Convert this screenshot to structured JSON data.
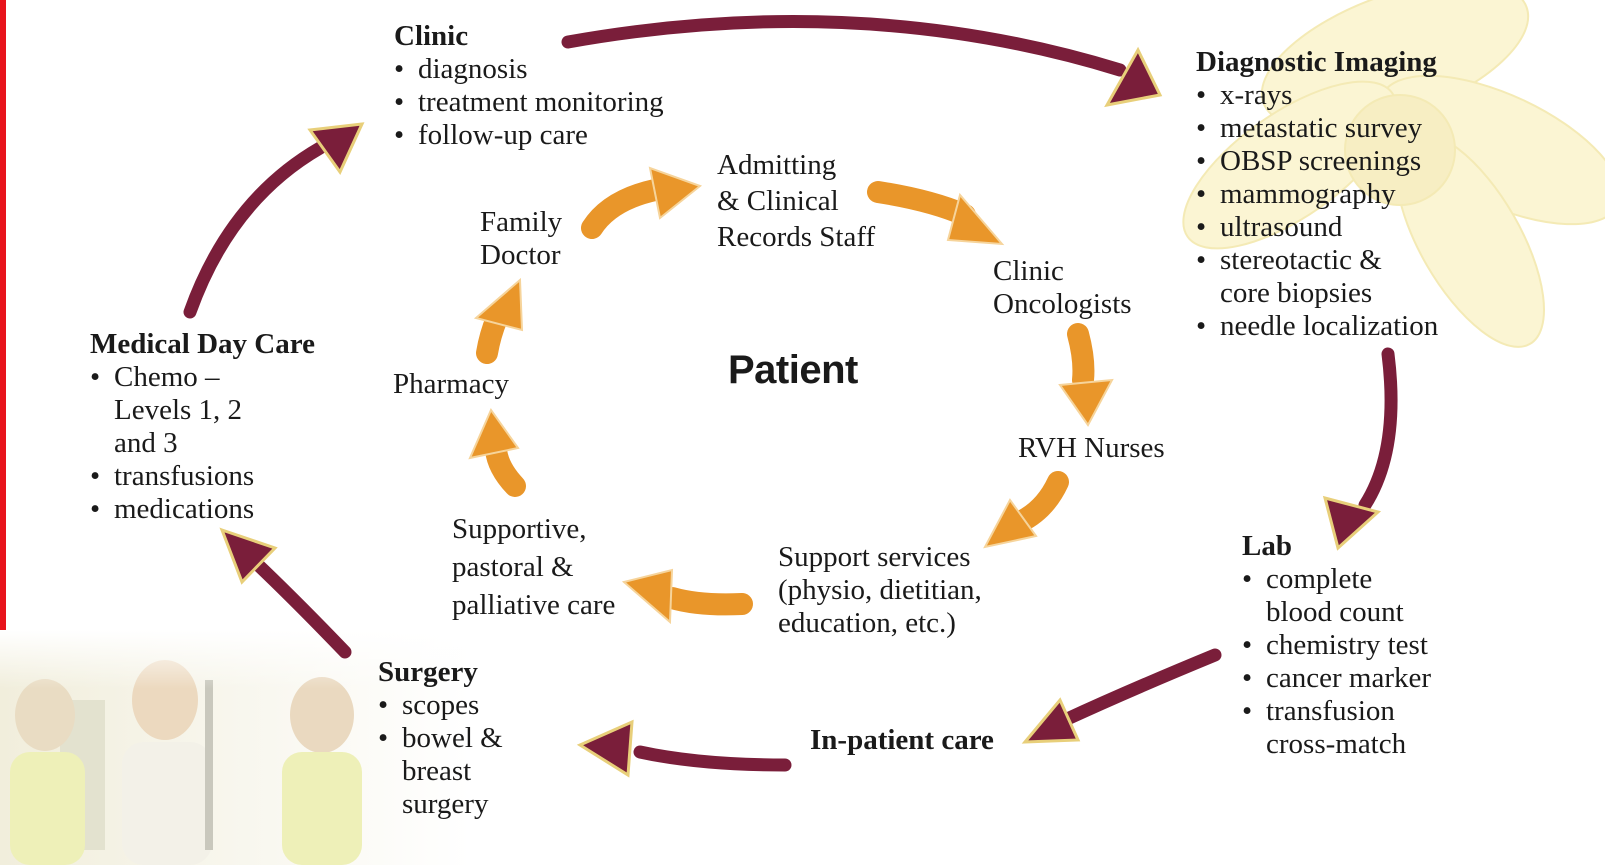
{
  "center_label": "Patient",
  "colors": {
    "outer_arrow": "#7a1e3a",
    "inner_arrow": "#e9962a",
    "accent_red": "#e8141c"
  },
  "outer": {
    "clinic": {
      "title": "Clinic",
      "items": [
        "diagnosis",
        "treatment monitoring",
        "follow-up care"
      ]
    },
    "imaging": {
      "title": "Diagnostic Imaging",
      "items": [
        "x-rays",
        "metastatic survey",
        "OBSP screenings",
        "mammography",
        "ultrasound",
        "stereotactic & core biopsies",
        "needle localization"
      ]
    },
    "lab": {
      "title": "Lab",
      "items": [
        "complete blood count",
        "chemistry test",
        "cancer marker",
        "transfusion cross-match"
      ]
    },
    "inpatient": {
      "title": "In-patient care"
    },
    "surgery": {
      "title": "Surgery",
      "items": [
        "scopes",
        "bowel & breast surgery"
      ]
    },
    "daycare": {
      "title": "Medical Day Care",
      "items": [
        "Chemo – Levels 1, 2 and 3",
        "transfusions",
        "medications"
      ]
    }
  },
  "inner": {
    "admitting": "Admitting\n& Clinical\nRecords Staff",
    "oncologists": "Clinic\nOncologists",
    "nurses": "RVH Nurses",
    "support": "Support services\n(physio, dietitian,\neducation, etc.)",
    "supportive": "Supportive,\npastoral &\npalliative care",
    "pharmacy": "Pharmacy",
    "family_doctor": "Family\nDoctor"
  }
}
